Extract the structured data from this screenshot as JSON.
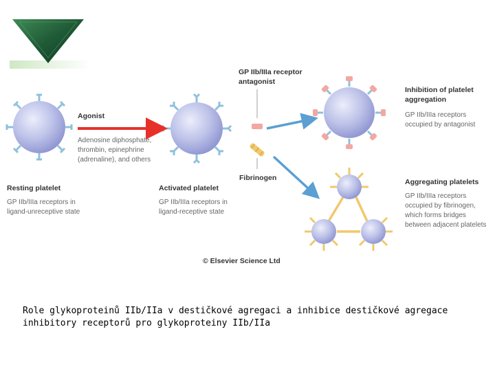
{
  "diagram": {
    "label_agonist": "Agonist",
    "agonist_examples": [
      "Adenosine diphosphate,",
      "thrombin, epinephrine",
      "(adrenaline), and others"
    ],
    "resting_title": "Resting platelet",
    "resting_desc": [
      "GP IIb/IIIa receptors in",
      "ligand-unreceptive state"
    ],
    "activated_title": "Activated platelet",
    "activated_desc": [
      "GP IIb/IIIa receptors in",
      "ligand-receptive state"
    ],
    "antagonist_title": [
      "GP IIb/IIIa receptor",
      "antagonist"
    ],
    "inhibition_title": [
      "Inhibition of platelet",
      "aggregation"
    ],
    "inhibition_desc": [
      "GP IIb/IIIa receptors",
      "occupied by antagonist"
    ],
    "fibrinogen_label": "Fibrinogen",
    "aggregating_title": "Aggregating platelets",
    "aggregating_desc": [
      "GP IIb/IIIa receptors",
      "occupied by fibrinogen,",
      "which forms bridges",
      "between adjacent platelets"
    ],
    "copyright": "© Elsevier Science Ltd"
  },
  "caption": {
    "line1": "Role glykoproteinů IIb/IIa v destičkové agregaci a inhibice destičkové agregace",
    "line2": "inhibitory receptorů pro glykoproteiny IIb/IIa"
  },
  "colors": {
    "platelet": "#b8bde6",
    "receptor_resting": "#8fc0dc",
    "antagonist": "#f2a8a0",
    "fibrinogen": "#f1c86a",
    "agonist_arrow": "#e8302a",
    "blue_arrow": "#5b9fd3",
    "logo_green": "#1f5a36"
  }
}
